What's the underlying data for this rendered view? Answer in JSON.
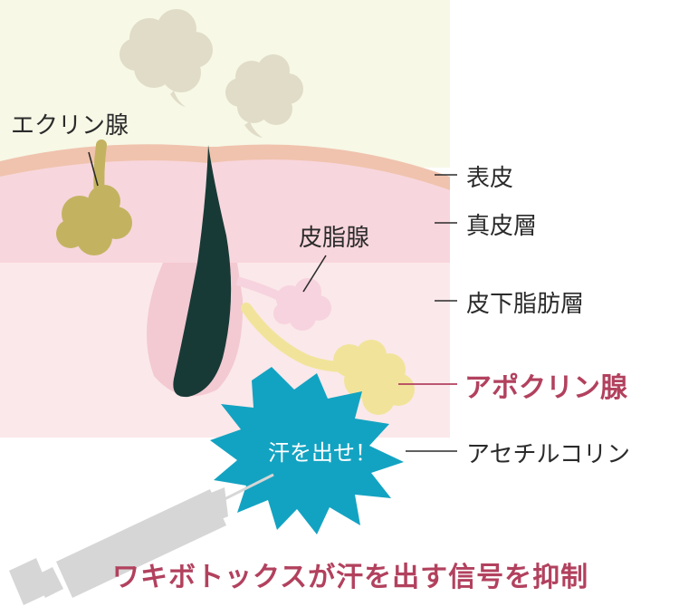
{
  "labels": {
    "eccrine": "エクリン腺",
    "sebaceous": "皮脂腺",
    "epidermis": "表皮",
    "dermis": "真皮層",
    "subcutaneous": "皮下脂肪層",
    "apocrine": "アポクリン腺",
    "acetylcholine": "アセチルコリン",
    "burst": "汗を出せ！",
    "caption": "ワキボトックスが汗を出す信号を抑制"
  },
  "colors": {
    "accent": "#b2415e",
    "background_top": "#f7f8e6",
    "epidermis": "#f0c3ae",
    "dermis": "#f8d6dd",
    "subcutaneous": "#fbe8ea",
    "hair": "#183a36",
    "eccrine_gland": "#c3b361",
    "apocrine_gland": "#f1e49a",
    "sebaceous_gland": "#f6d3de",
    "sweat_cloud": "#e0dcc8",
    "burst": "#13a3c2",
    "syringe": "#d6d6d6"
  },
  "icons": [
    "sweat-cloud",
    "syringe",
    "burst-shape"
  ]
}
